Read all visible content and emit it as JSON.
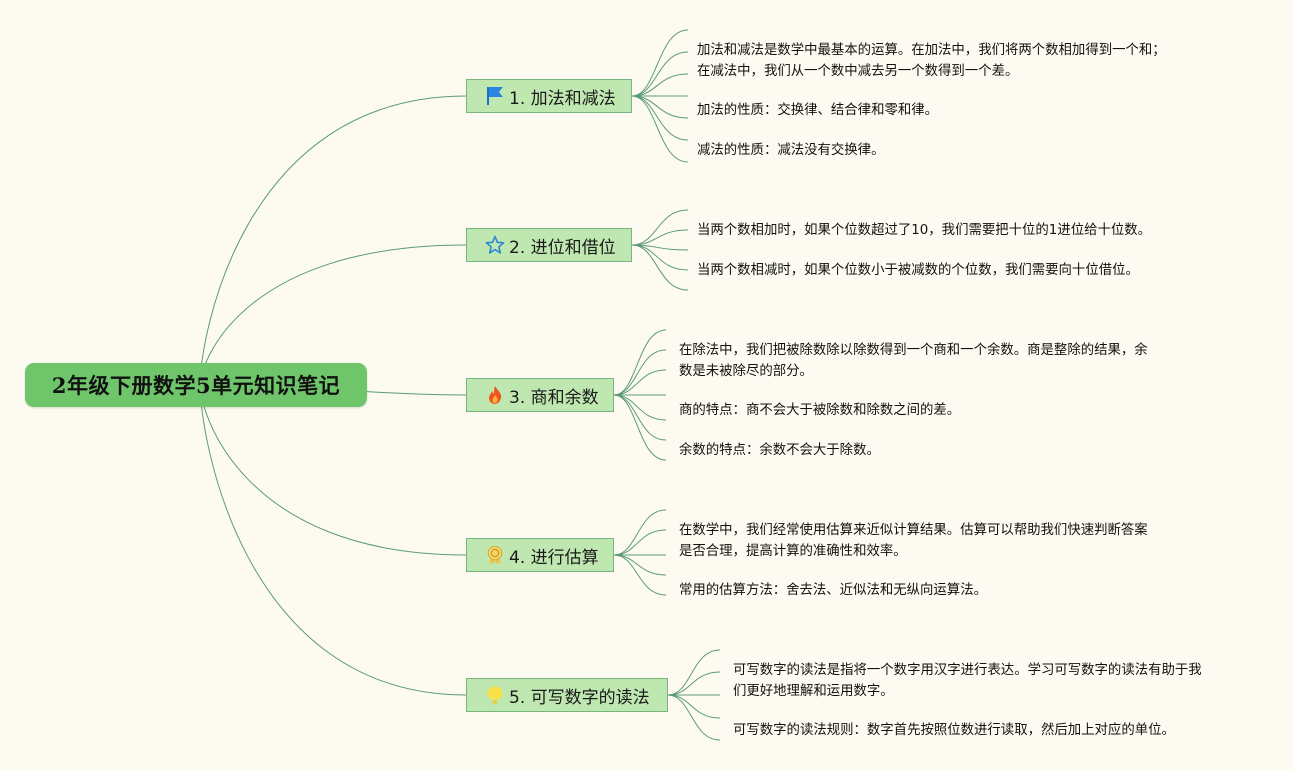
{
  "root": {
    "title": "2年级下册数学5单元知识笔记"
  },
  "topics": [
    {
      "label": "1. 加法和减法",
      "icon": "blue-flag-icon",
      "notes": [
        "加法和减法是数学中最基本的运算。在加法中，我们将两个数相加得到一个和；\n在减法中，我们从一个数中减去另一个数得到一个差。",
        "加法的性质：交换律、结合律和零和律。",
        "减法的性质：减法没有交换律。"
      ]
    },
    {
      "label": "2. 进位和借位",
      "icon": "star-outline-icon",
      "notes": [
        "当两个数相加时，如果个位数超过了10，我们需要把十位的1进位给十位数。",
        "当两个数相减时，如果个位数小于被减数的个位数，我们需要向十位借位。"
      ]
    },
    {
      "label": "3. 商和余数",
      "icon": "fire-icon",
      "notes": [
        "在除法中，我们把被除数除以除数得到一个商和一个余数。商是整除的结果，余\n数是未被除尽的部分。",
        "商的特点：商不会大于被除数和除数之间的差。",
        "余数的特点：余数不会大于除数。"
      ]
    },
    {
      "label": "4. 进行估算",
      "icon": "medal-icon",
      "notes": [
        "在数学中，我们经常使用估算来近似计算结果。估算可以帮助我们快速判断答案\n是否合理，提高计算的准确性和效率。",
        "常用的估算方法：舍去法、近似法和无纵向运算法。"
      ]
    },
    {
      "label": "5. 可写数字的读法",
      "icon": "lightbulb-icon",
      "notes": [
        "可写数字的读法是指将一个数字用汉字进行表达。学习可写数字的读法有助于我\n们更好地理解和运用数字。",
        "可写数字的读法规则：数字首先按照位数进行读取，然后加上对应的单位。"
      ]
    }
  ],
  "colors": {
    "background": "#fdfbf1",
    "root_fill": "#6fc66a",
    "topic_fill": "#bfe8b1",
    "topic_border": "#79b47f",
    "connector": "#5a9a78"
  }
}
